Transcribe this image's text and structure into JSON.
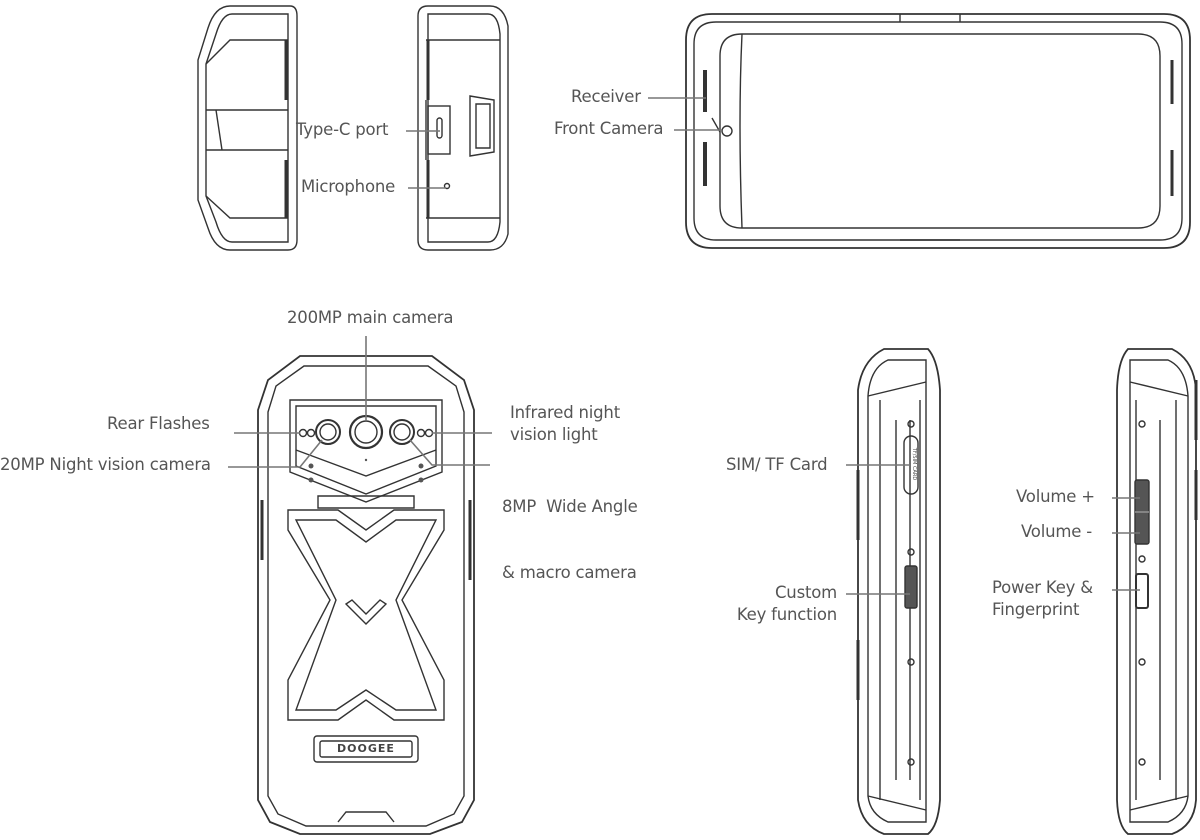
{
  "labels": {
    "type_c_port": "Type-C port",
    "microphone": "Microphone",
    "receiver": "Receiver",
    "front_camera": "Front Camera",
    "main_camera": "200MP main camera",
    "rear_flashes": "Rear Flashes",
    "night_vision_camera": "20MP Night vision camera",
    "infrared_line1": "Infrared night",
    "infrared_line2": "vision light",
    "wide_angle_line1": "8MP  Wide Angle",
    "wide_angle_line2": "& macro camera",
    "sim_tf_card": "SIM/ TF Card",
    "custom_key_line1": "Custom",
    "custom_key_line2": "Key function",
    "volume_up": "Volume +",
    "volume_down": "Volume -",
    "power_key_line1": "Power Key &",
    "power_key_line2": "Fingerprint"
  },
  "logos": {
    "brand": "DOOGEE",
    "sim_slot_marking": "TF/SIM CARD"
  },
  "colors": {
    "line": "#333333",
    "label": "#555555",
    "leader": "#777777"
  }
}
